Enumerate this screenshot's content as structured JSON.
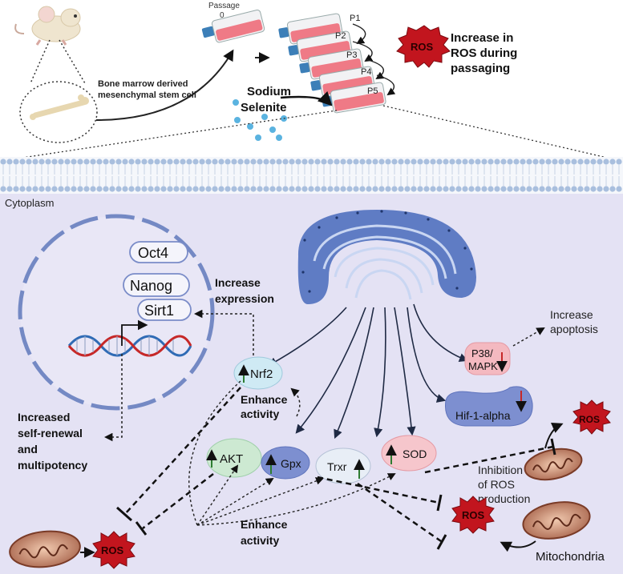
{
  "top": {
    "passage_label": "Passage",
    "passage_zero": "0",
    "p1": "P1",
    "p2": "P2",
    "p3": "P3",
    "p4": "P4",
    "p5": "P5",
    "bmsc_label_1": "Bone marrow derived",
    "bmsc_label_2": "mesenchymal stem cell",
    "sodium_1": "Sodium",
    "sodium_2": "Selenite",
    "ros_badge": "ROS",
    "increase_ros_1": "Increase in",
    "increase_ros_2": "ROS during",
    "increase_ros_3": "passaging"
  },
  "cell": {
    "cytoplasm": "Cytoplasm",
    "oct4": "Oct4",
    "nanog": "Nanog",
    "sirt1": "Sirt1",
    "increase_expression_1": "Increase",
    "increase_expression_2": "expression",
    "self_renewal_1": "Increased",
    "self_renewal_2": "self-renewal",
    "self_renewal_3": "and",
    "self_renewal_4": "multipotency",
    "nrf2": "Nrf2",
    "enhance_activity_upper_1": "Enhance",
    "enhance_activity_upper_2": "activity",
    "akt": "AKT",
    "gpx": "Gpx",
    "trxr": "Trxr",
    "sod": "SOD",
    "p38_1": "P38/",
    "p38_2": "MAPK",
    "hif": "Hif-1-alpha",
    "increase_apoptosis_1": "Increase",
    "increase_apoptosis_2": "apoptosis",
    "enhance_activity_lower_1": "Enhance",
    "enhance_activity_lower_2": "activity",
    "inhibition_1": "Inhibition",
    "inhibition_2": "of ROS",
    "inhibition_3": "production",
    "ros_right_top": "ROS",
    "ros_mid": "ROS",
    "ros_left": "ROS",
    "mitochondria": "Mitochondria"
  },
  "colors": {
    "cytoplasm_bg": "#e4e2f4",
    "ros_red": "#c2151e",
    "flask_pink": "#ef7a86",
    "er_blue": "#5f7cc4",
    "up_arrow": "#2e7d32",
    "down_arrow": "#c62828"
  },
  "icons": [
    "mouse-icon",
    "bone-icon",
    "flask-icon",
    "dna-icon",
    "mitochondria-icon",
    "endoplasmic-reticulum-icon",
    "ros-burst-icon"
  ]
}
